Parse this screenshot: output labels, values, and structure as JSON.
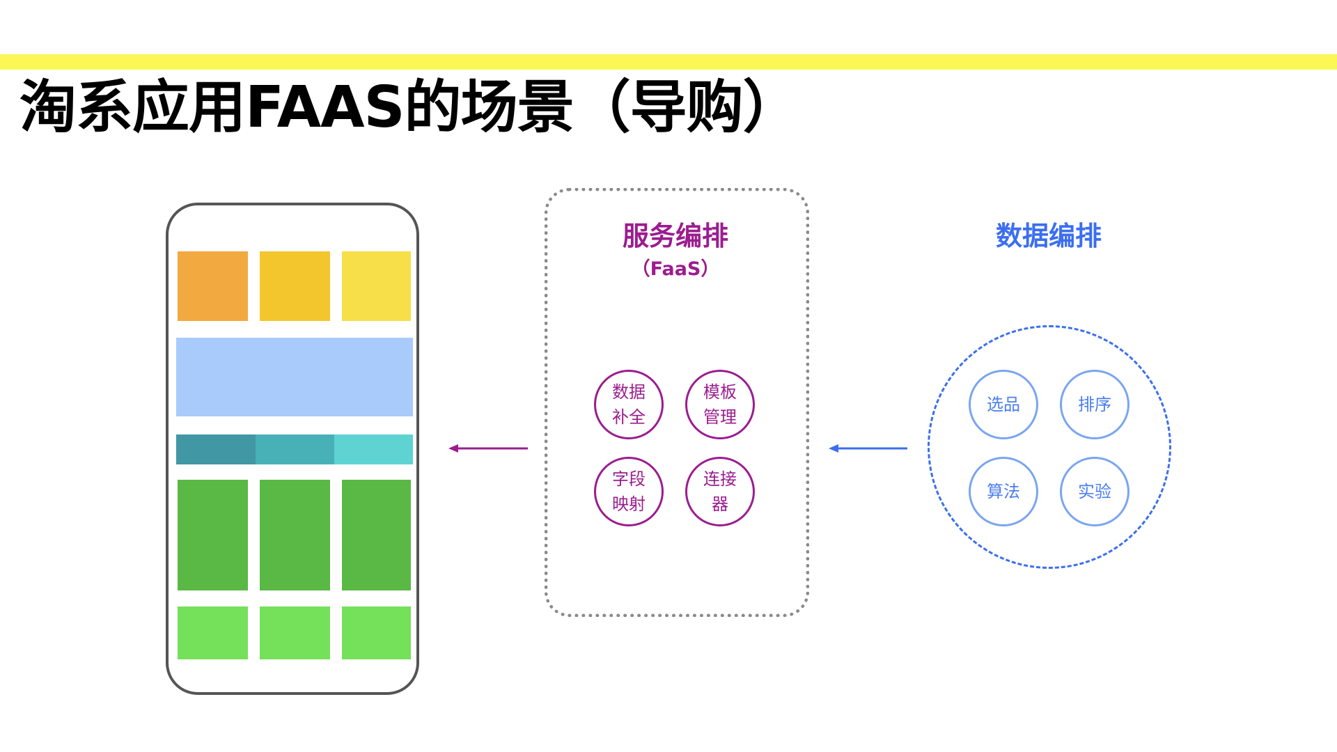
{
  "title": "淘系应用FAAS的场景（导购）",
  "colors": {
    "band": "#fbf755",
    "service": "#9b1d8f",
    "data": "#3b6ef0",
    "data_node_border": "#7aa5f0",
    "data_node_text": "#4a7ef0"
  },
  "phone": {
    "blocks": [
      {
        "name": "top-tile-1",
        "color": "#f2a940"
      },
      {
        "name": "top-tile-2",
        "color": "#f4c62e"
      },
      {
        "name": "top-tile-3",
        "color": "#f7df4a"
      },
      {
        "name": "banner",
        "color": "#a8cbfb"
      },
      {
        "name": "strip-1",
        "color": "#4197a4"
      },
      {
        "name": "strip-2",
        "color": "#48b1b7"
      },
      {
        "name": "strip-3",
        "color": "#5fd2d2"
      },
      {
        "name": "card-1",
        "color": "#5ab845"
      },
      {
        "name": "card-2",
        "color": "#5ab845"
      },
      {
        "name": "card-3",
        "color": "#5ab845"
      },
      {
        "name": "bottom-tile-1",
        "color": "#75e05a"
      },
      {
        "name": "bottom-tile-2",
        "color": "#75e05a"
      },
      {
        "name": "bottom-tile-3",
        "color": "#75e05a"
      }
    ]
  },
  "service": {
    "title": "服务编排",
    "subtitle": "（FaaS）",
    "nodes": [
      "数据\n补全",
      "模板\n管理",
      "字段\n映射",
      "连接\n器"
    ]
  },
  "data_orchestration": {
    "title": "数据编排",
    "nodes": [
      "选品",
      "排序",
      "算法",
      "实验"
    ]
  }
}
